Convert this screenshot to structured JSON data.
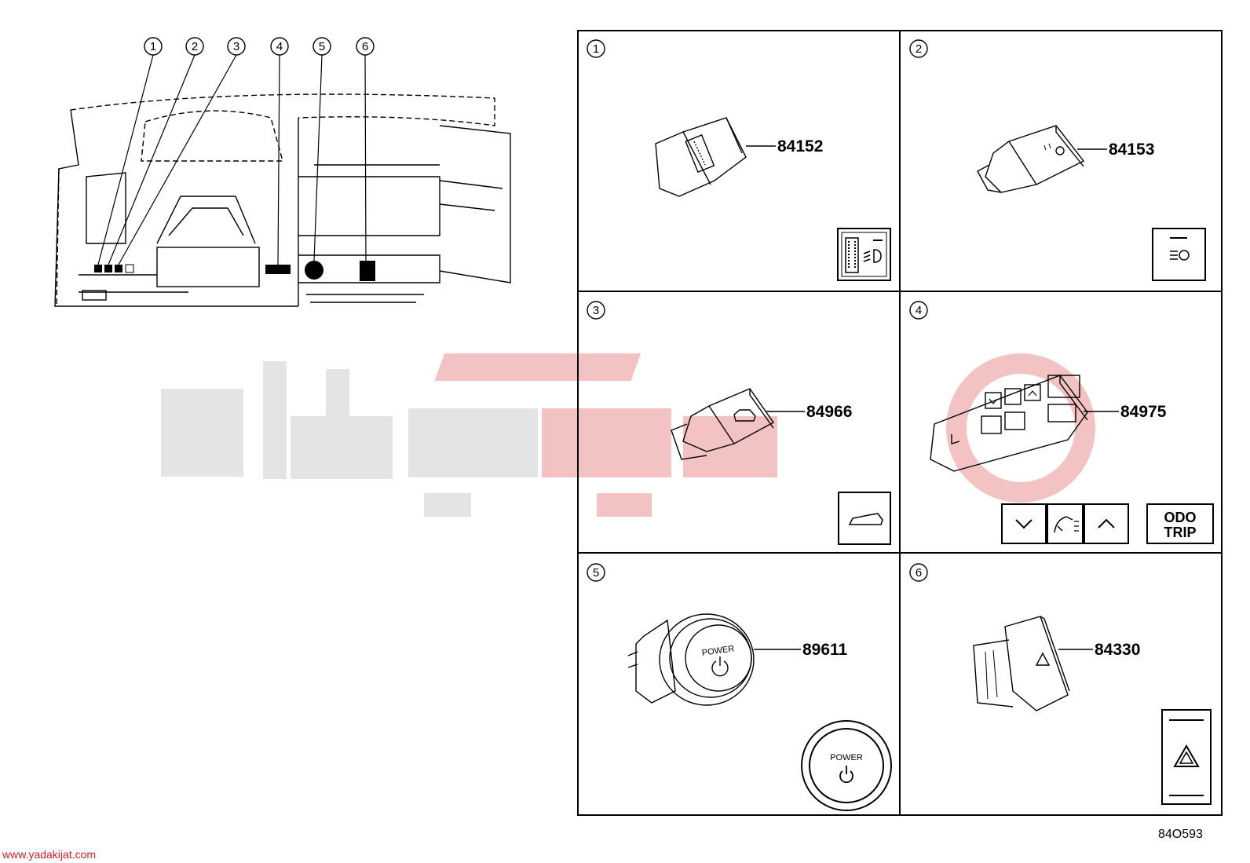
{
  "callouts": [
    "1",
    "2",
    "3",
    "4",
    "5",
    "6"
  ],
  "panels": [
    {
      "num": "1",
      "part": "84152"
    },
    {
      "num": "2",
      "part": "84153"
    },
    {
      "num": "3",
      "part": "84966"
    },
    {
      "num": "4",
      "part": "84975"
    },
    {
      "num": "5",
      "part": "89611"
    },
    {
      "num": "6",
      "part": "84330"
    }
  ],
  "labels": {
    "power": "POWER",
    "odo": "ODO",
    "trip": "TRIP"
  },
  "icons": {
    "headlamp_level": "headlamp-leveling-icon",
    "auto_high_beam": "auto-high-beam-icon",
    "back_door": "back-door-icon",
    "chevron_down": "chevron-down-icon",
    "chevron_up": "chevron-up-icon",
    "display_mode": "display-mode-icon",
    "power_symbol": "power-symbol-icon",
    "hazard": "hazard-warning-icon"
  },
  "figure_ref": "84O593",
  "website": "www.yadakijat.com",
  "colors": {
    "line": "#000000",
    "watermark_gray": "#e4e4e4",
    "watermark_red": "#f3c2c2",
    "website_red": "#d0202a"
  }
}
